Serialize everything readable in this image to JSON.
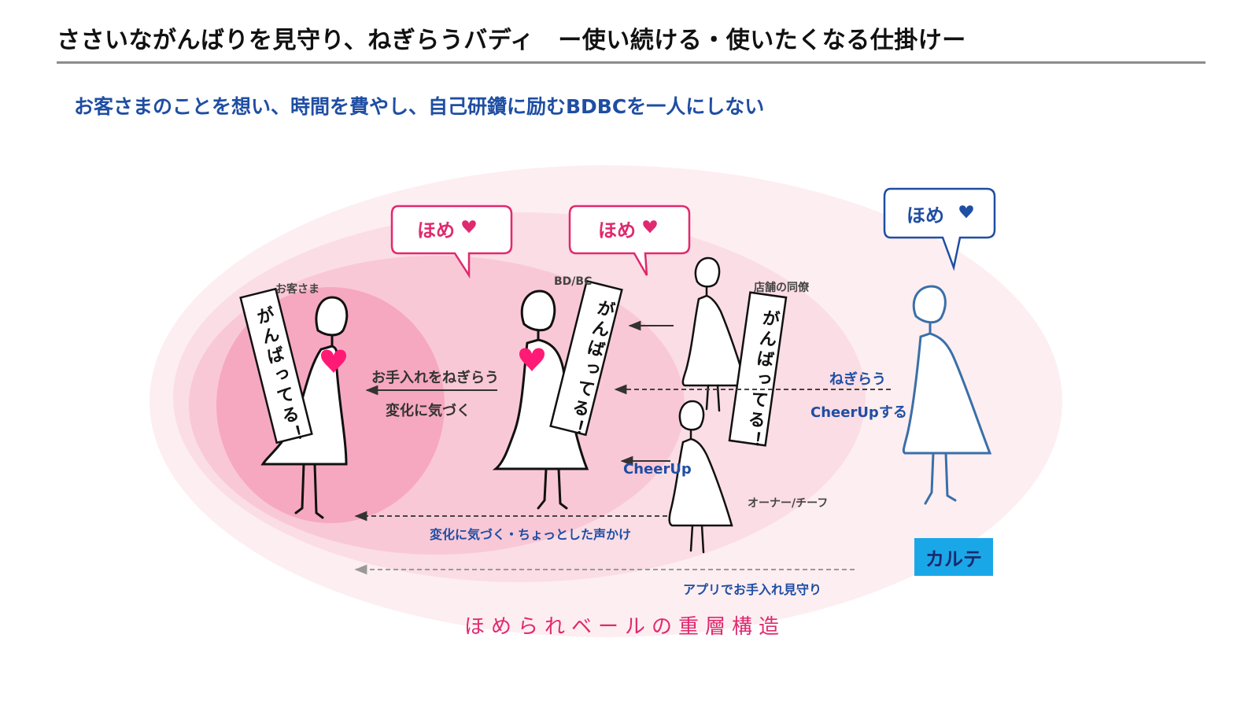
{
  "header": {
    "title": "ささいながんばりを見守り、ねぎらうバディ　ー使い続ける・使いたくなる仕掛けー",
    "subtitle": "お客さまのことを想い、時間を費やし、自己研鑽に励むBDBCを一人にしない"
  },
  "bubbles": {
    "left": "ほめ",
    "middle": "ほめ",
    "right": "ほめ"
  },
  "people": {
    "customer": "お客さま",
    "bdbc": "BD/BC",
    "colleague": "店舗の同僚",
    "owner": "オーナー/チーフ"
  },
  "banners": {
    "customer": "がんばってる！",
    "bdbc": "がんばってる！",
    "colleague": "がんばってる！"
  },
  "arrows": {
    "care_line1": "お手入れをねぎらう",
    "care_line2": "変化に気づく",
    "negirau": "ねぎらう",
    "cheerup_suru": "CheerUpする",
    "cheerup": "CheerUp",
    "notice_voice": "変化に気づく・ちょっとした声かけ",
    "app_watch": "アプリでお手入れ見守り"
  },
  "karte": "カルテ",
  "veil_caption": "ほめられベールの重層構造",
  "colors": {
    "pink_accent": "#e0296e",
    "blue_accent": "#1f4ea3",
    "karte_bg": "#1aa7e8",
    "layer_outer": "#fdeef1",
    "layer_2": "#fbdde5",
    "layer_3": "#f9c8d6",
    "layer_inner": "#f6a8c1"
  }
}
